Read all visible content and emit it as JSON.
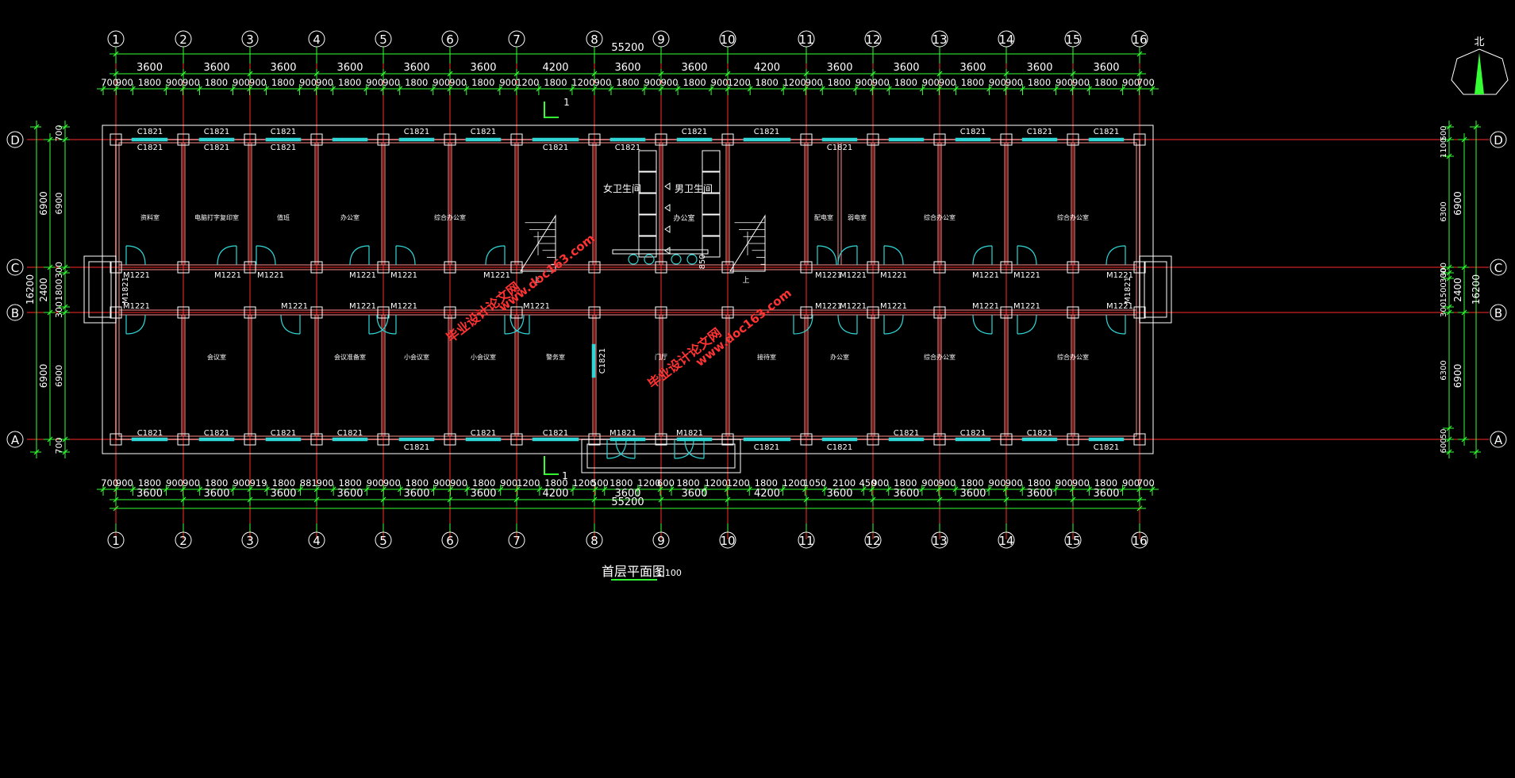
{
  "window": {
    "minimize_glyph": "▬",
    "restore_glyph": "❐",
    "close_glyph": "✕"
  },
  "colors": {
    "background": "#000000",
    "axis_line": "#ff2a2a",
    "wall": "#ff8a8a",
    "dimension": "#33ff33",
    "text": "#ffffff",
    "window_fill": "#2fd6d6",
    "door": "#2fd6d6",
    "watermark": "#ff3333"
  },
  "plan": {
    "title": "首层平面图",
    "scale": "1:100",
    "north_label": "北",
    "total_length": "55200",
    "total_width": "16200",
    "column_axes": [
      "1",
      "2",
      "3",
      "4",
      "5",
      "6",
      "7",
      "8",
      "9",
      "10",
      "11",
      "12",
      "13",
      "14",
      "15",
      "16"
    ],
    "row_axes": [
      "D",
      "C",
      "B",
      "A"
    ],
    "bay_dims": [
      "3600",
      "3600",
      "3600",
      "3600",
      "3600",
      "3600",
      "4200",
      "3600",
      "3600",
      "4200",
      "3600",
      "3600",
      "3600",
      "3600",
      "3600"
    ],
    "top_detail_dims": [
      "700",
      "900",
      "1800",
      "900",
      "900",
      "1800",
      "900",
      "900",
      "1800",
      "900",
      "900",
      "1800",
      "900",
      "900",
      "1800",
      "900",
      "900",
      "1800",
      "900",
      "1200",
      "1800",
      "1200",
      "900",
      "1800",
      "900",
      "900",
      "1800",
      "900",
      "1200",
      "1800",
      "1200",
      "900",
      "1800",
      "900",
      "900",
      "1800",
      "900",
      "900",
      "1800",
      "900",
      "900",
      "1800",
      "900",
      "900",
      "1800",
      "900",
      "700"
    ],
    "bottom_detail_dims": [
      "700",
      "900",
      "1800",
      "900",
      "900",
      "1800",
      "900",
      "919",
      "1800",
      "881",
      "900",
      "1800",
      "900",
      "900",
      "1800",
      "900",
      "900",
      "1800",
      "900",
      "1200",
      "1800",
      "1200",
      "500",
      "1800",
      "1200",
      "600",
      "1800",
      "1200",
      "1200",
      "1800",
      "1200",
      "1050",
      "2100",
      "450",
      "900",
      "1800",
      "900",
      "900",
      "1800",
      "900",
      "900",
      "1800",
      "900",
      "900",
      "1800",
      "900",
      "700"
    ],
    "left_dims": {
      "outer_top": "700",
      "d_c": "6900",
      "c_b": "2400",
      "b_a": "6900",
      "outer_bottom": "700",
      "c_sub": "300",
      "corridor": "1800",
      "b_sub": "300"
    },
    "right_dims": {
      "top_a": "500",
      "top_b": "1100",
      "d_c_inner": "6300",
      "d_c": "6900",
      "c_b_a": "300",
      "c_b_b": "300",
      "c_b_c": "1500",
      "c_b": "2400",
      "b_a_inner": "6300",
      "b_a": "6900",
      "bottom_a": "50",
      "bottom_b": "600"
    },
    "section_mark": "1",
    "dim_850": "850",
    "rooms_north": [
      "资料室",
      "电脑打字复印室",
      "值班",
      "办公室",
      "综合办公室",
      "配电室",
      "弱电室",
      "综合办公室",
      "综合办公室"
    ],
    "rooms_south": [
      "会议室",
      "会议准备室",
      "小会议室",
      "小会议室",
      "警务室",
      "门厅",
      "接待室",
      "办公室",
      "综合办公室",
      "综合办公室"
    ],
    "toilet_female": "女卫生间",
    "toilet_male": "男卫生间",
    "office_small": "办公室",
    "stair_up": "上",
    "windows": {
      "north_outer": [
        "C1821",
        "C1821",
        "C1821",
        "C1821",
        "C1821",
        "C1821",
        "C1821",
        "C1821"
      ],
      "north_inner": [
        "C1821",
        "C1821",
        "C1821",
        "C1821",
        "C1821",
        "C1821"
      ],
      "south_inner": [
        "C1821",
        "C1821",
        "C1821",
        "C1821",
        "C1821",
        "C1821",
        "C1821",
        "C1821",
        "C1821"
      ],
      "south_outer": [
        "C1821",
        "C1821",
        "C1821",
        "C1821"
      ],
      "hall_side": "C1821"
    },
    "doors": {
      "corridor_north": [
        "M1221",
        "M1221",
        "M1221",
        "M1221",
        "M1221",
        "M1221",
        "M1221",
        "M1221",
        "M1221",
        "M1221",
        "M1221",
        "M1221",
        "M1221"
      ],
      "corridor_south": [
        "M1221",
        "M1221",
        "M1221",
        "M1221",
        "M1221",
        "M1221",
        "M1221",
        "M1221",
        "M1221",
        "M1221",
        "M1221",
        "M1221",
        "M1221"
      ],
      "end_west": "M1821",
      "end_east": "M1821",
      "entrance": [
        "M1821",
        "M1821"
      ]
    },
    "watermark_a": "毕业设计论文网",
    "watermark_b": "www.doc163.com"
  }
}
